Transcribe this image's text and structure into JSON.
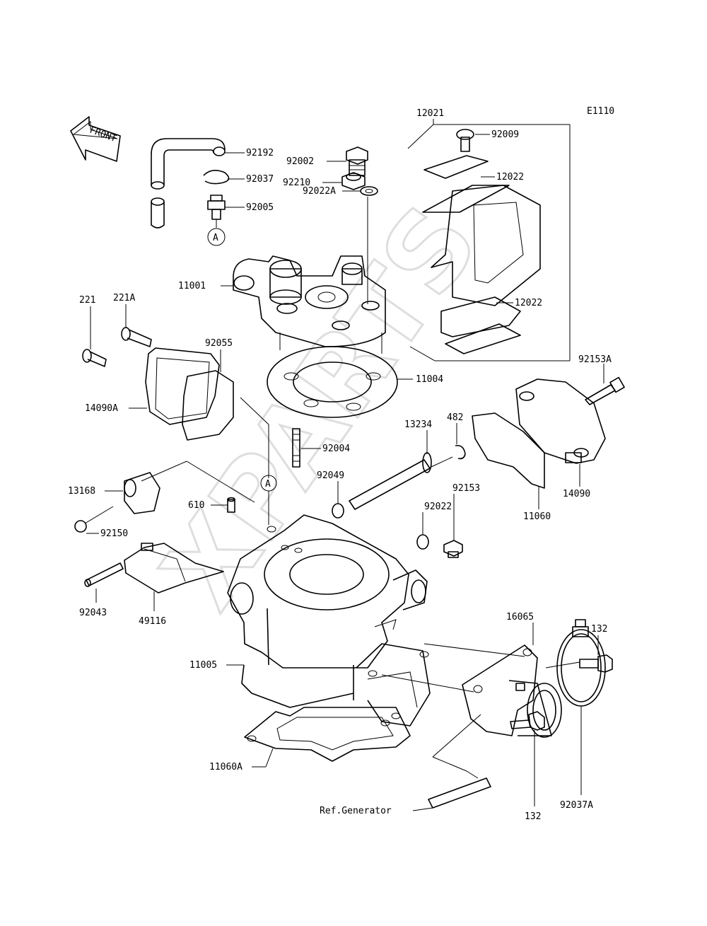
{
  "diagram_code": "E1110",
  "front_label": "FRONT",
  "callout_A": "A",
  "ref_generator": "Ref.Generator",
  "watermark": "XPARTS",
  "part_labels": {
    "p92192": "92192",
    "p92037": "92037",
    "p92005": "92005",
    "p92002": "92002",
    "p92022A": "92022A",
    "p92210": "92210",
    "p11001": "11001",
    "p12021": "12021",
    "p92009": "92009",
    "p12022a": "12022",
    "p12022b": "12022",
    "p221A": "221A",
    "p221": "221",
    "p92055": "92055",
    "p14090A": "14090A",
    "p11004": "11004",
    "p92153A": "92153A",
    "p13234": "13234",
    "p482": "482",
    "p92004": "92004",
    "p92049": "92049",
    "p92153": "92153",
    "p92022": "92022",
    "p14090": "14090",
    "p11060": "11060",
    "p13168": "13168",
    "p610": "610",
    "p92150": "92150",
    "p92043": "92043",
    "p49116": "49116",
    "p16065": "16065",
    "p132a": "132",
    "p11005": "11005",
    "p11060A": "11060A",
    "p132b": "132",
    "p92037A": "92037A"
  }
}
